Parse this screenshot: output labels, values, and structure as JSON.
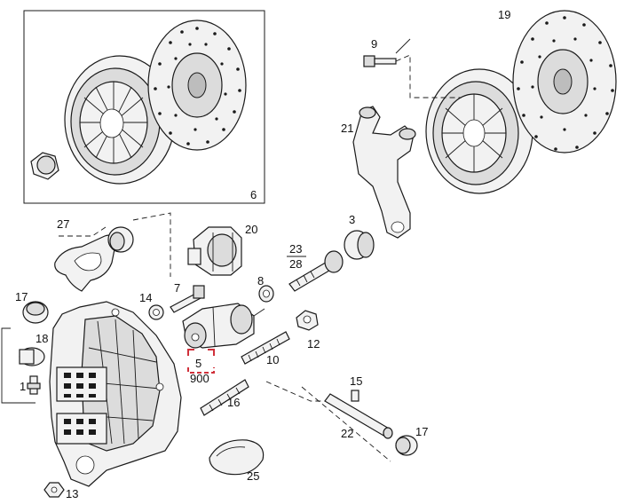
{
  "callouts": {
    "c1": "1",
    "c3": "3",
    "c5": "5",
    "c6": "6",
    "c7": "7",
    "c8": "8",
    "c9": "9",
    "c10": "10",
    "c12": "12",
    "c13": "13",
    "c14": "14",
    "c15": "15",
    "c16": "16",
    "c17a": "17",
    "c17b": "17",
    "c18": "18",
    "c19": "19",
    "c20": "20",
    "c21": "21",
    "c22": "22",
    "c23": "23",
    "c25": "25",
    "c27": "27",
    "c28": "28",
    "c900": "900"
  },
  "colors": {
    "highlight": "#d0303a",
    "ink": "#1a1a1a"
  }
}
